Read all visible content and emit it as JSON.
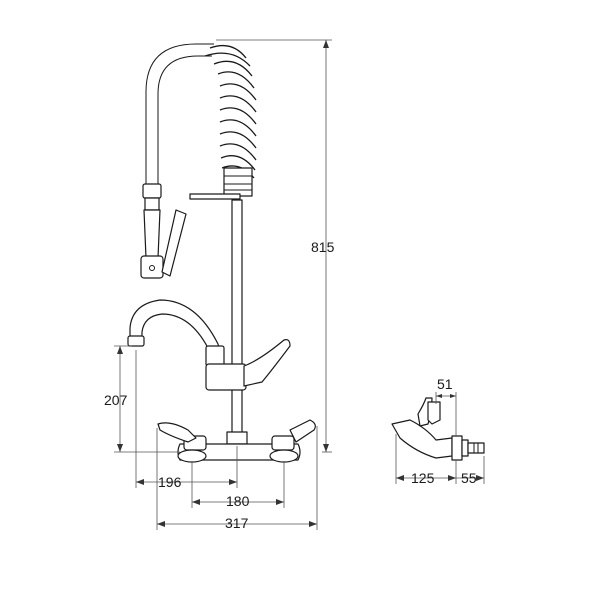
{
  "dimensions": {
    "height_total": "815",
    "spout_height": "207",
    "spout_reach": "196",
    "centres": "180",
    "overall_width": "317",
    "inlet_depth": "51",
    "wall_projection": "125",
    "backplate_depth": "55"
  },
  "colors": {
    "line": "#1a1a1a",
    "dimension_line": "#555555",
    "background": "#ffffff"
  }
}
